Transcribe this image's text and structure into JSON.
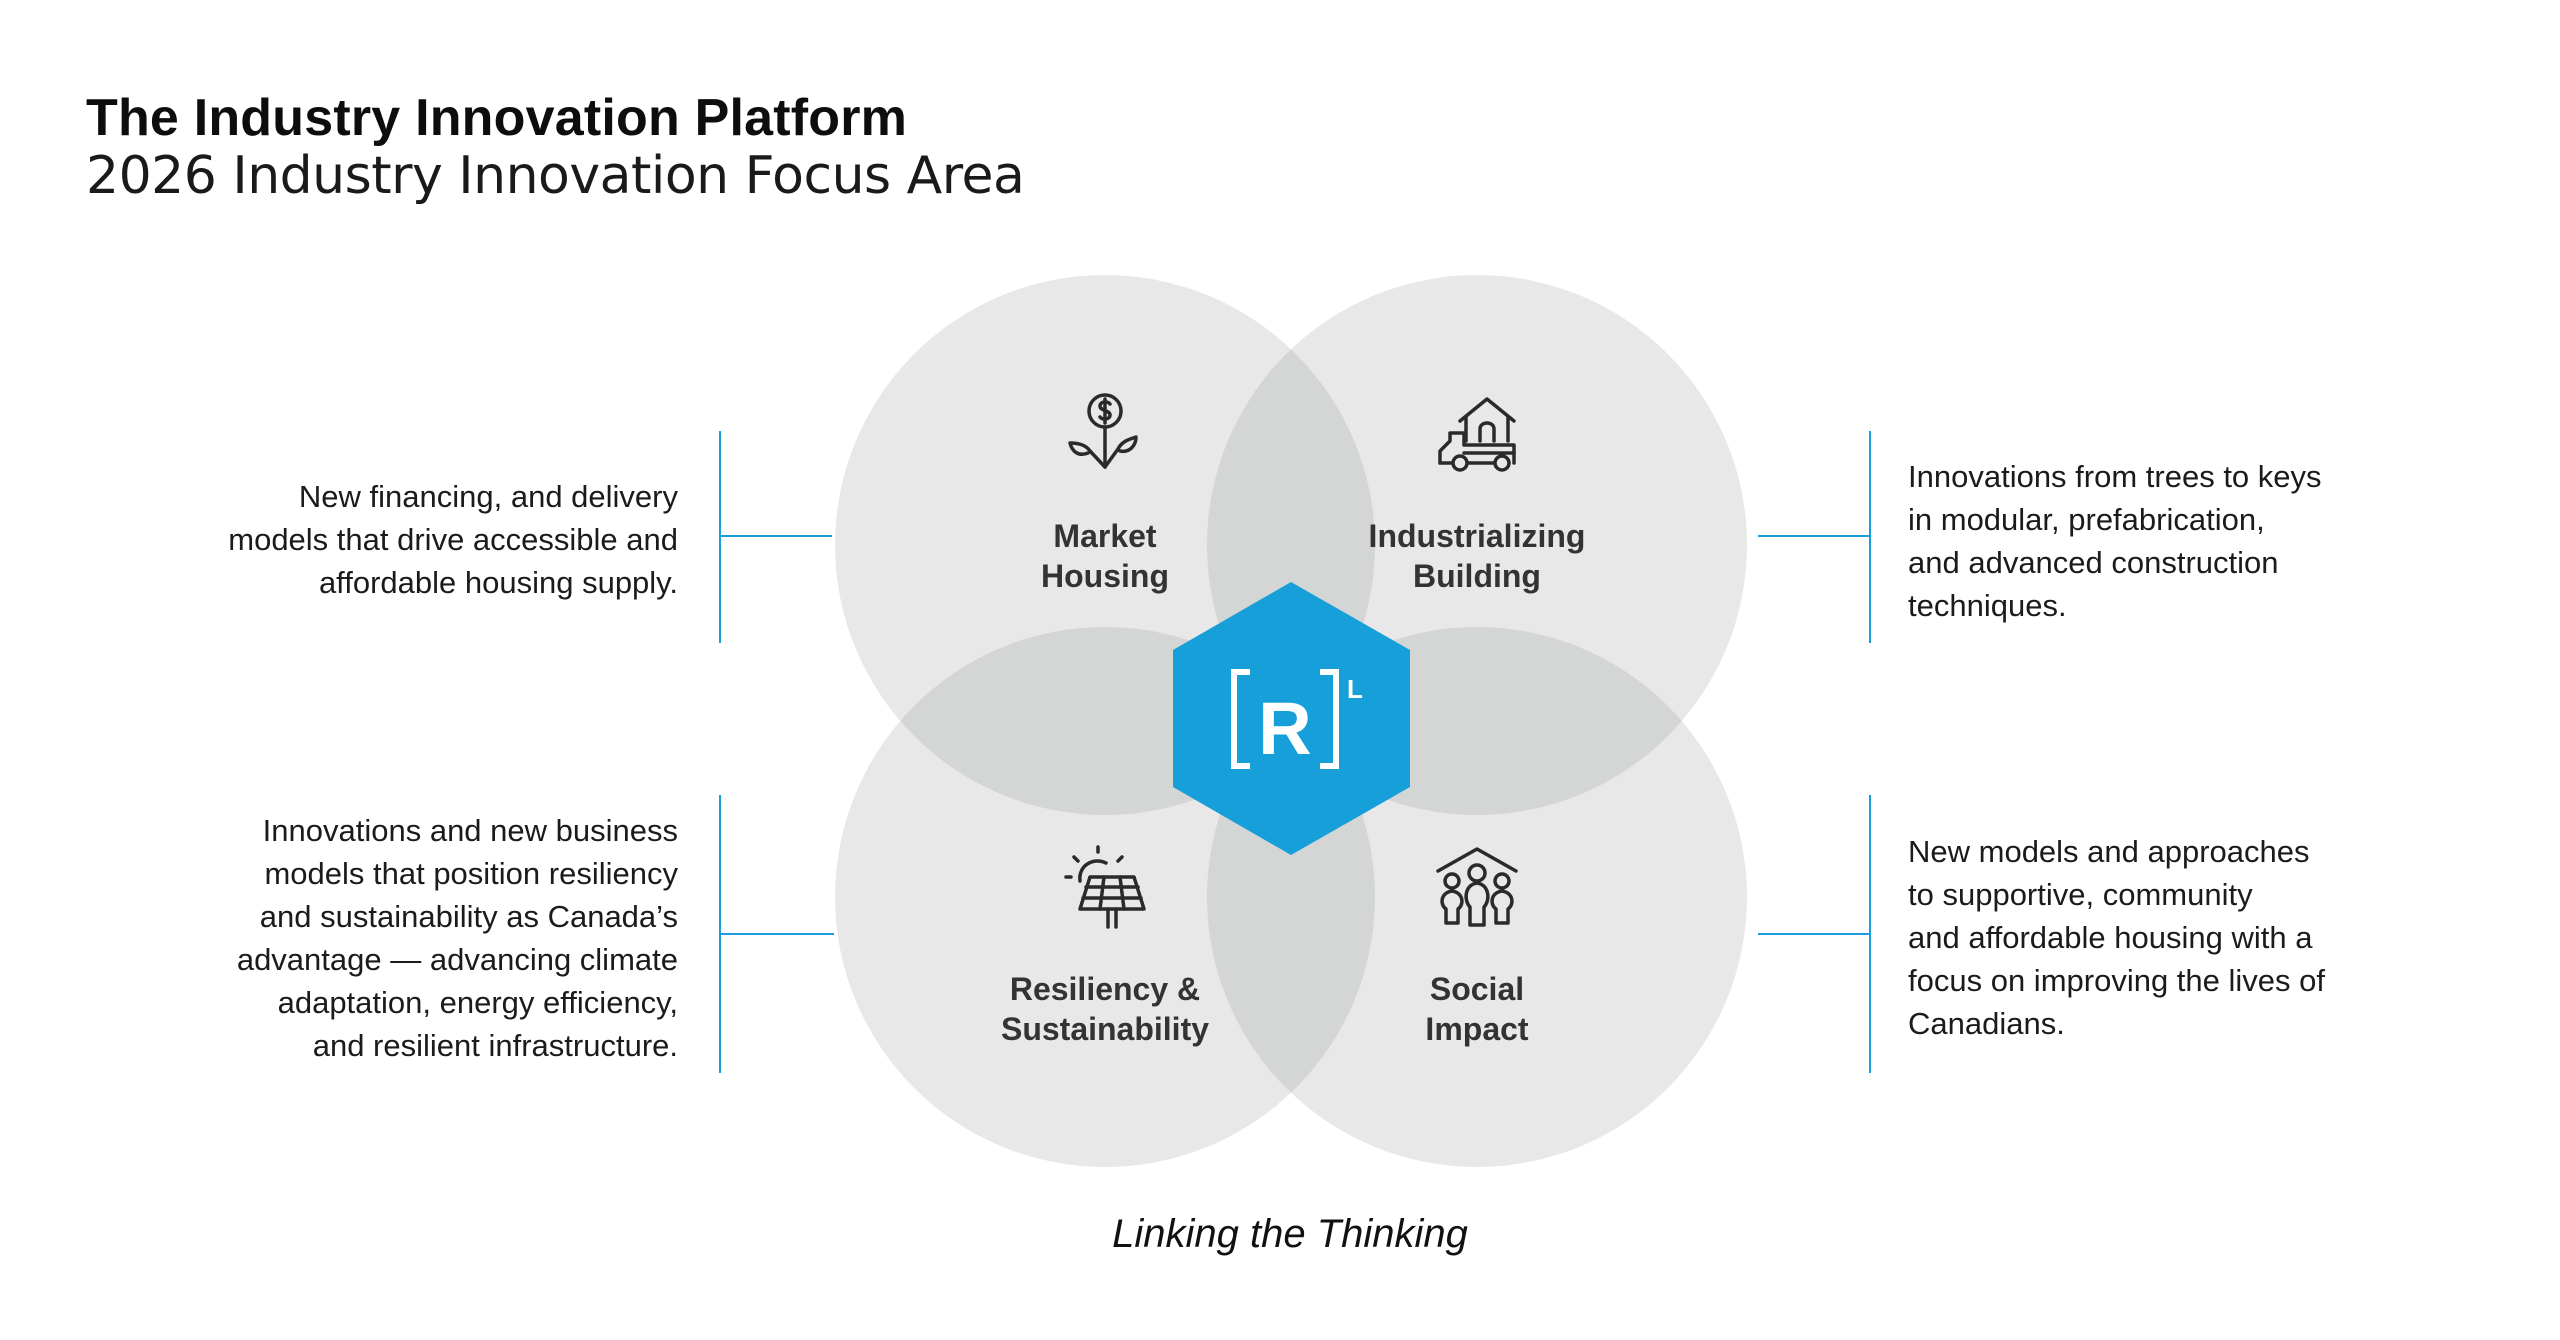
{
  "header": {
    "title": "The Industry Innovation Platform",
    "subtitle": "2026 Industry Innovation Focus Area"
  },
  "colors": {
    "accent": "#1a9fdb",
    "circle_fill": "#e6e6e6",
    "overlap_fill": "#d4d5d5",
    "label_text": "#333333"
  },
  "logo": {
    "text": "R",
    "superscript": "L",
    "shape": "hexagon"
  },
  "focus_areas": [
    {
      "id": "market-housing",
      "label_lines": [
        "Market",
        "Housing"
      ],
      "icon": "money-plant-icon",
      "description_lines": [
        "New financing, and delivery",
        "models that drive accessible and",
        "affordable housing supply."
      ]
    },
    {
      "id": "industrializing-building",
      "label_lines": [
        "Industrializing",
        "Building"
      ],
      "icon": "truck-house-icon",
      "description_lines": [
        "Innovations from trees to keys",
        "in modular, prefabrication,",
        "and advanced construction",
        "techniques."
      ]
    },
    {
      "id": "resiliency-sustainability",
      "label_lines": [
        "Resiliency &",
        "Sustainability"
      ],
      "icon": "solar-panel-icon",
      "description_lines": [
        "Innovations and new business",
        "models that position resiliency",
        "and sustainability as Canada’s",
        "advantage — advancing climate",
        "adaptation, energy efficiency,",
        "and resilient infrastructure."
      ]
    },
    {
      "id": "social-impact",
      "label_lines": [
        "Social",
        "Impact"
      ],
      "icon": "community-house-icon",
      "description_lines": [
        "New models and approaches",
        "to supportive, community",
        "and affordable housing with a",
        "focus on improving the lives of",
        "Canadians."
      ]
    }
  ],
  "footer": {
    "tagline": "Linking the Thinking"
  }
}
